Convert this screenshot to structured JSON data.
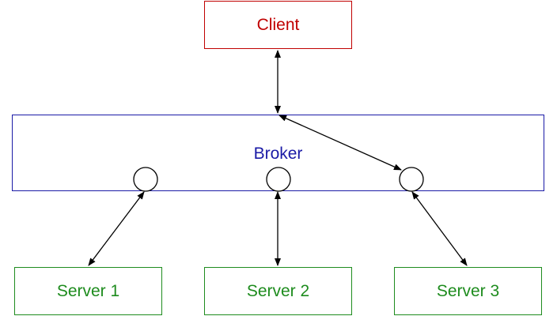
{
  "diagram": {
    "client": {
      "label": "Client",
      "color": "#c00000"
    },
    "broker": {
      "label": "Broker",
      "color": "#1a1aa6"
    },
    "servers": [
      {
        "label": "Server 1",
        "color": "#1e8c1e"
      },
      {
        "label": "Server 2",
        "color": "#1e8c1e"
      },
      {
        "label": "Server 3",
        "color": "#1e8c1e"
      }
    ],
    "connections": [
      {
        "from": "client",
        "to": "broker",
        "type": "bidirectional-arrow"
      },
      {
        "from": "broker",
        "to": "broker-port-3",
        "type": "bidirectional-arrow"
      },
      {
        "from": "broker-port-1",
        "to": "server-1",
        "type": "bidirectional-arrow"
      },
      {
        "from": "broker-port-2",
        "to": "server-2",
        "type": "bidirectional-arrow"
      },
      {
        "from": "broker-port-3",
        "to": "server-3",
        "type": "bidirectional-arrow"
      }
    ]
  }
}
